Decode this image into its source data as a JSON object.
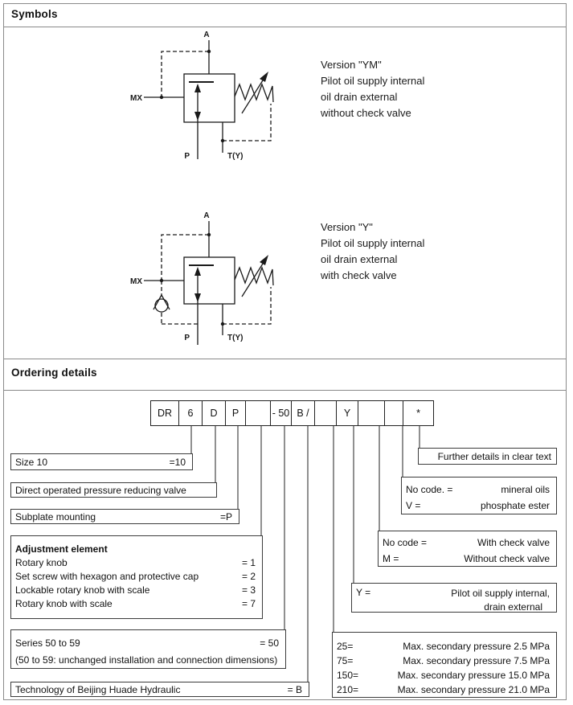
{
  "page": {
    "symbols_title": "Symbols",
    "ordering_title": "Ordering details"
  },
  "colors": {
    "frame": "#8a8a8a",
    "ink": "#1a1a1a"
  },
  "symbols": {
    "ports": {
      "a": "A",
      "mx": "MX",
      "p": "P",
      "t": "T(Y)"
    },
    "versions": [
      {
        "lines": [
          "Version \"YM\"",
          "Pilot oil supply internal",
          "oil drain external",
          "without check valve"
        ]
      },
      {
        "lines": [
          "Version \"Y\"",
          "Pilot oil supply internal",
          "oil drain external",
          "with check valve"
        ]
      }
    ]
  },
  "ordering": {
    "code_cells": [
      "DR",
      "6",
      "D",
      "P",
      "",
      "- 50",
      "B /",
      "",
      "Y",
      "",
      "",
      "*"
    ],
    "boxes": {
      "size": {
        "label": "Size 10",
        "code": "=10"
      },
      "direct": {
        "label": "Direct operated pressure reducing valve"
      },
      "subplate": {
        "label": "Subplate mounting",
        "code": "=P"
      },
      "adjustment": {
        "title": "Adjustment element",
        "rows": [
          {
            "label": "Rotary knob",
            "code": "= 1"
          },
          {
            "label": "Set screw with hexagon and protective cap",
            "code": "= 2"
          },
          {
            "label": "Lockable rotary knob with scale",
            "code": "= 3"
          },
          {
            "label": "Rotary knob with scale",
            "code": "= 7"
          }
        ]
      },
      "series": {
        "label": "Series 50 to 59",
        "code": "= 50",
        "note": "(50 to 59: unchanged installation and connection dimensions)"
      },
      "technology": {
        "label": "Technology of Beijing Huade Hydraulic",
        "code": "= B"
      },
      "further": {
        "label": "Further details in clear text"
      },
      "fluid": {
        "rows": [
          {
            "code": "No code. =",
            "label": "mineral oils"
          },
          {
            "code": "V =",
            "label": "phosphate ester"
          }
        ]
      },
      "check": {
        "rows": [
          {
            "code": "No code =",
            "label": "With check valve"
          },
          {
            "code": "M =",
            "label": "Without check valve"
          }
        ]
      },
      "pilot": {
        "code": "Y =",
        "line1": "Pilot oil supply internal,",
        "line2": "drain external"
      },
      "pressure": {
        "rows": [
          {
            "code": "25=",
            "label": "Max. secondary pressure 2.5 MPa"
          },
          {
            "code": "75=",
            "label": "Max. secondary pressure 7.5 MPa"
          },
          {
            "code": "150=",
            "label": "Max. secondary pressure 15.0 MPa"
          },
          {
            "code": "210=",
            "label": "Max. secondary pressure 21.0 MPa"
          }
        ]
      }
    }
  }
}
